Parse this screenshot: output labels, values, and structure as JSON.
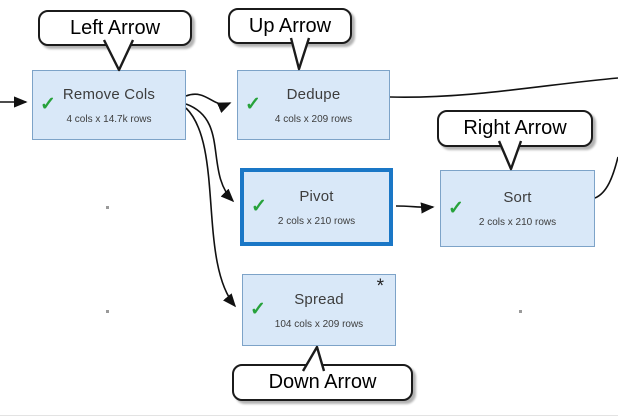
{
  "glyphs": {
    "check": "✓",
    "modified": "*"
  },
  "colors": {
    "node_fill": "#d9e8f8",
    "node_border": "#7da3c8",
    "selected_node_border": "#1a77c6",
    "check_green": "#27a23b",
    "connector": "#111111",
    "callout_border": "#1b1b1b"
  },
  "callouts": [
    {
      "label": "Left Arrow"
    },
    {
      "label": "Up Arrow"
    },
    {
      "label": "Right Arrow"
    },
    {
      "label": "Down Arrow"
    }
  ],
  "nodes": [
    {
      "title": "Remove Cols",
      "subtitle": "4 cols x 14.7k rows",
      "selected": false,
      "modified": false
    },
    {
      "title": "Dedupe",
      "subtitle": "4 cols x 209 rows",
      "selected": false,
      "modified": false
    },
    {
      "title": "Pivot",
      "subtitle": "2 cols x 210 rows",
      "selected": true,
      "modified": false
    },
    {
      "title": "Sort",
      "subtitle": "2 cols x 210 rows",
      "selected": false,
      "modified": false
    },
    {
      "title": "Spread",
      "subtitle": "104 cols x 209 rows",
      "selected": false,
      "modified": true
    }
  ]
}
